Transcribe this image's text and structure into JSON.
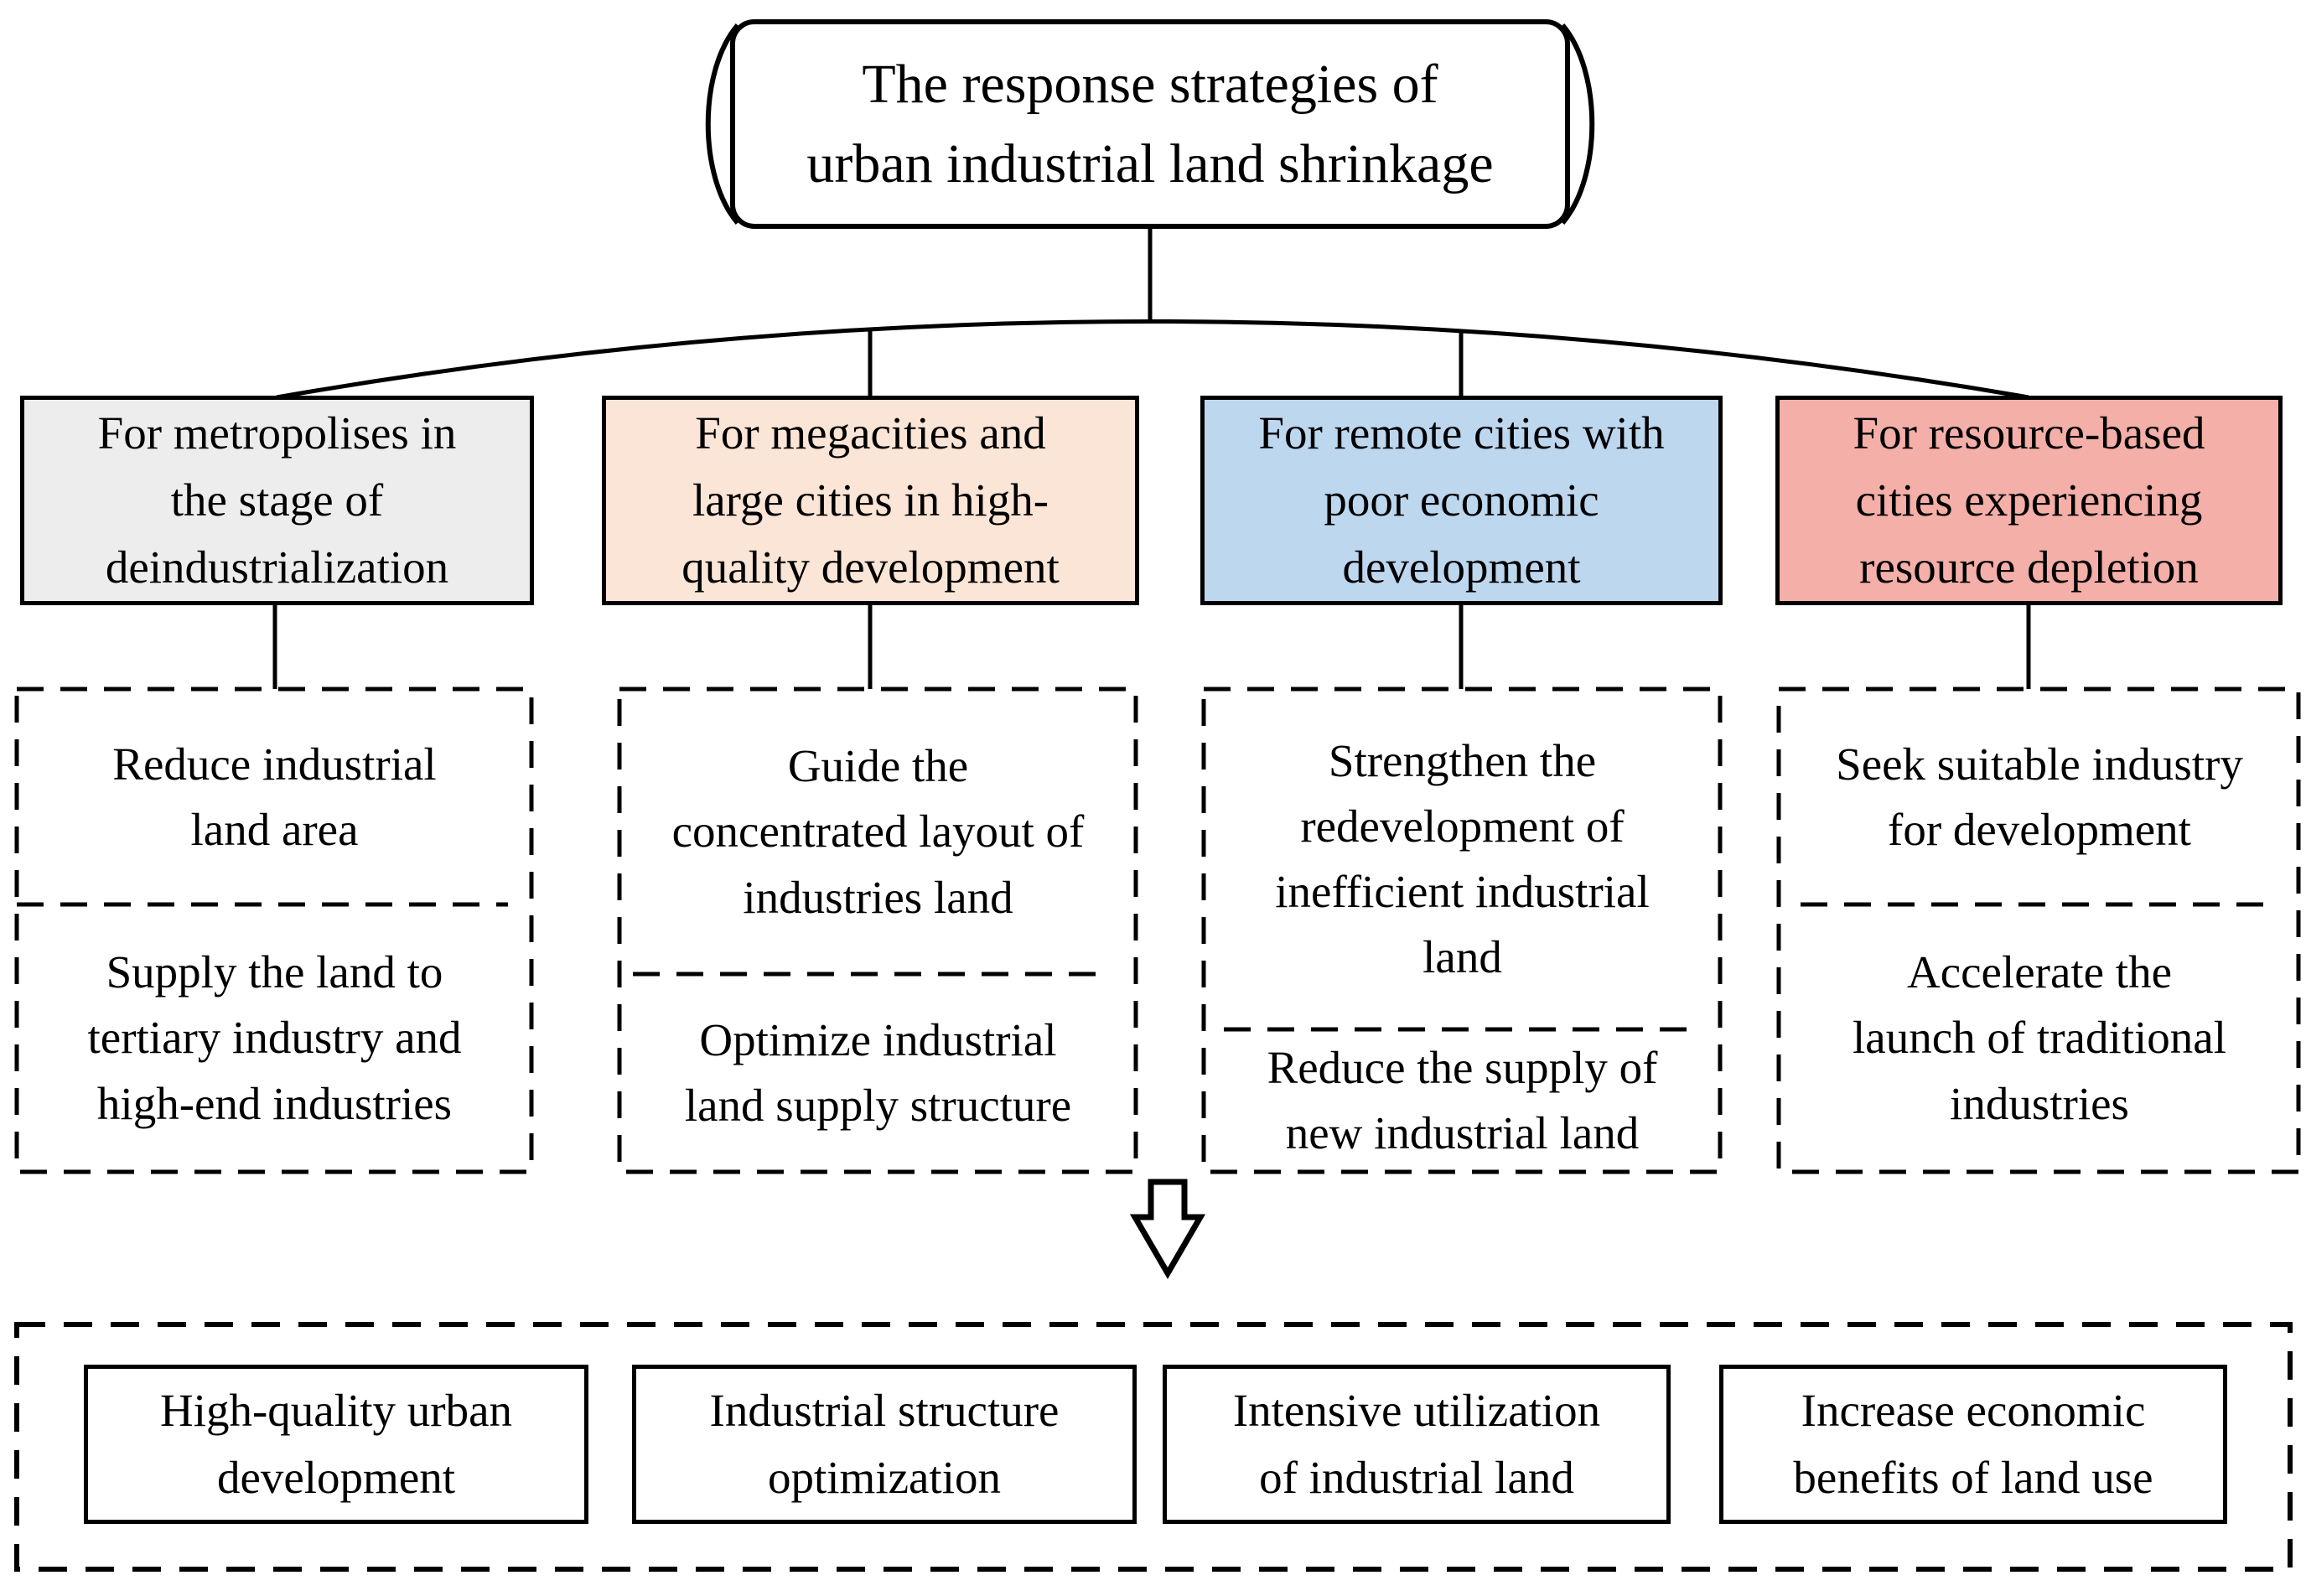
{
  "diagram": {
    "title": {
      "lines": [
        "The response strategies of",
        "urban industrial land shrinkage"
      ]
    },
    "branches": [
      {
        "name": "metropolises-deindustrialization",
        "bg": "#EDEDED",
        "label_lines": [
          "For metropolises in",
          "the stage of",
          "deindustrialization"
        ],
        "strategies": [
          {
            "lines": [
              "Reduce industrial",
              "land area"
            ]
          },
          {
            "lines": [
              "Supply the land to",
              "tertiary industry and",
              "high-end industries"
            ]
          }
        ]
      },
      {
        "name": "megacities-high-quality-development",
        "bg": "#FBE5D6",
        "label_lines": [
          "For megacities and",
          "large cities in high-",
          "quality development"
        ],
        "strategies": [
          {
            "lines": [
              "Guide the",
              "concentrated layout of",
              "industries land"
            ]
          },
          {
            "lines": [
              "Optimize industrial",
              "land supply structure"
            ]
          }
        ]
      },
      {
        "name": "remote-cities-poor-economy",
        "bg": "#BDD7EE",
        "label_lines": [
          "For remote cities with",
          "poor economic",
          "development"
        ],
        "strategies": [
          {
            "lines": [
              "Strengthen the",
              "redevelopment of",
              "inefficient industrial",
              "land"
            ]
          },
          {
            "lines": [
              "Reduce the supply of",
              "new industrial land"
            ]
          }
        ]
      },
      {
        "name": "resource-based-cities-depletion",
        "bg": "#F3AFA8",
        "label_lines": [
          "For resource-based",
          "cities experiencing",
          "resource depletion"
        ],
        "strategies": [
          {
            "lines": [
              "Seek suitable industry",
              "for development"
            ]
          },
          {
            "lines": [
              "Accelerate the",
              "launch of traditional",
              "industries"
            ]
          }
        ]
      }
    ],
    "outcomes": [
      {
        "lines": [
          "High-quality urban",
          "development"
        ]
      },
      {
        "lines": [
          "Industrial structure",
          "optimization"
        ]
      },
      {
        "lines": [
          "Intensive utilization",
          "of industrial land"
        ]
      },
      {
        "lines": [
          "Increase  economic",
          "benefits of land use"
        ]
      }
    ],
    "colors": {
      "line": "#000000",
      "background": "#FFFFFF"
    }
  }
}
